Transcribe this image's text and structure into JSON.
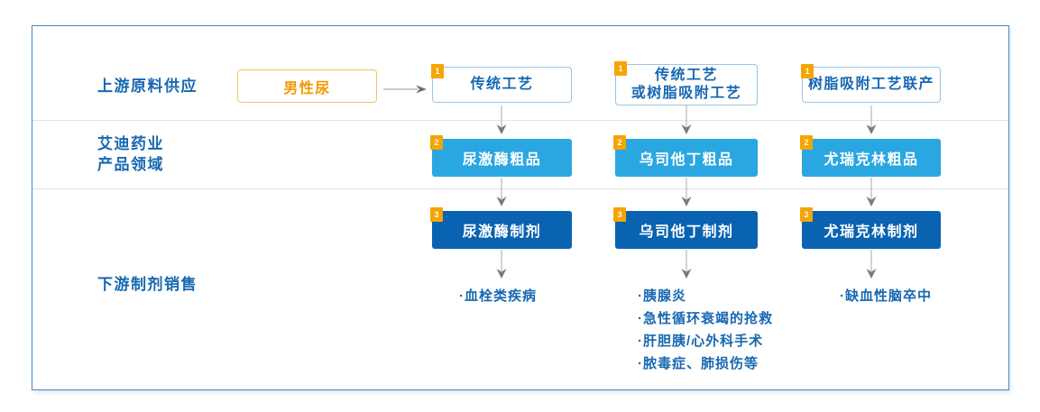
{
  "diagram": {
    "row_labels": {
      "upstream": "上游原料供应",
      "company_line1": "艾迪药业",
      "company_line2": "产品领域",
      "downstream": "下游制剂销售"
    },
    "source_box": "男性尿",
    "badges": {
      "step1": "1",
      "step2": "2",
      "step3": "3"
    },
    "columns": [
      {
        "process": "传统工艺",
        "crude": "尿激酶粗品",
        "formulation": "尿激酶制剂",
        "indications": [
          "·血栓类疾病"
        ]
      },
      {
        "process_line1": "传统工艺",
        "process_line2": "或树脂吸附工艺",
        "crude": "乌司他丁粗品",
        "formulation": "乌司他丁制剂",
        "indications": [
          "·胰腺炎",
          "·急性循环衰竭的抢救",
          "·肝胆胰/心外科手术",
          "·脓毒症、肺损伤等"
        ]
      },
      {
        "process": "树脂吸附工艺联产",
        "crude": "尤瑞克林粗品",
        "formulation": "尤瑞克林制剂",
        "indications": [
          "·缺血性脑卒中"
        ]
      }
    ],
    "colors": {
      "accent_blue_text": "#1668b2",
      "light_blue_fill": "#2aa7e0",
      "dark_blue_fill": "#0a63b0",
      "badge_orange": "#f6a400",
      "source_border_orange": "#f2c366",
      "source_text_orange": "#f39800",
      "frame_border": "#4688bf"
    }
  }
}
